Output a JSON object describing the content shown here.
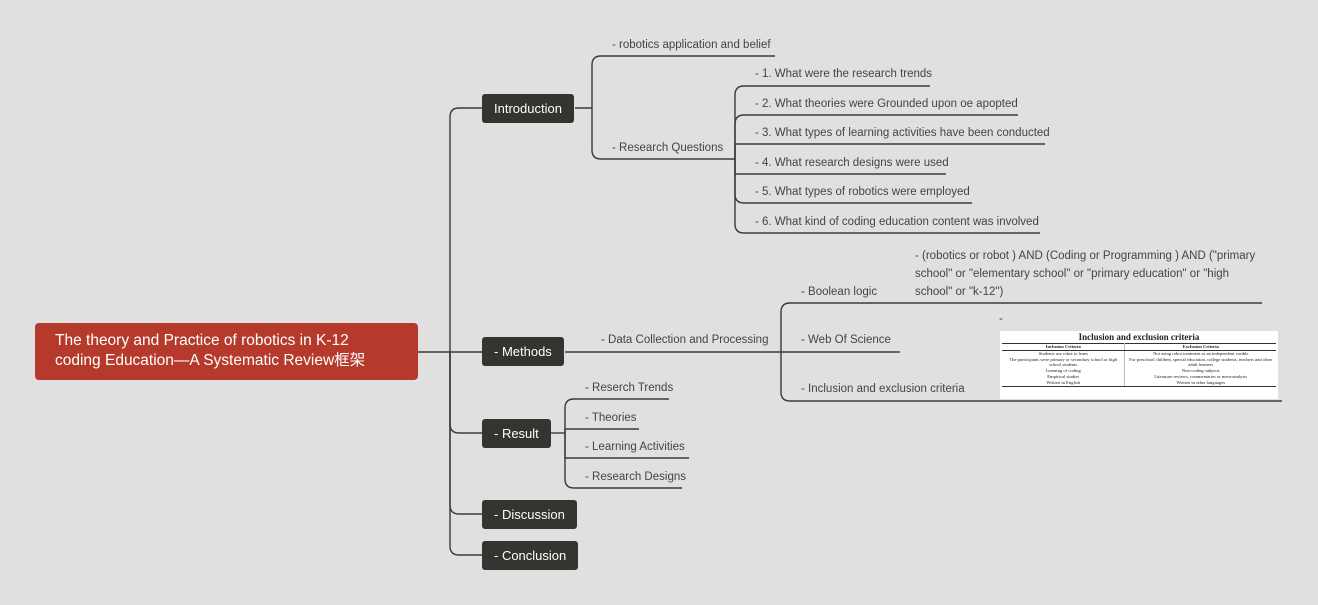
{
  "root": {
    "title": "The theory and Practice of robotics in K-12 coding Education—A Systematic Review框架"
  },
  "topics": {
    "introduction": "Introduction",
    "methods": "- Methods",
    "result": "- Result",
    "discussion": "- Discussion",
    "conclusion": "- Conclusion"
  },
  "introduction": {
    "belief": "- robotics application and belief",
    "rq_label": "- Research Questions",
    "questions": [
      "- 1. What were the research trends",
      "- 2. What theories were Grounded upon oe apopted",
      "- 3. What types of learning activities have been conducted",
      "- 4. What research designs were used",
      "- 5. What types of robotics were employed",
      "- 6. What kind of coding education content was involved"
    ]
  },
  "methods": {
    "data_collection": "- Data Collection and Processing",
    "boolean_logic": "- Boolean logic",
    "boolean_query": "- (robotics or robot )  AND (Coding  or Programming ) AND (\"primary school\" or \"elementary school\" or \"primary education\" or \"high school\" or \"k-12\")",
    "web_of_science": "- Web Of Science",
    "dash": "-",
    "criteria_label": "- Inclusion and exclusion criteria"
  },
  "criteria_table": {
    "title": "Inclusion and exclusion criteria",
    "headers": [
      "Inclusion Criteria",
      "Exclusion Criteria"
    ],
    "rows": [
      [
        "Students use robot to learn",
        "Not using robot treatment as an independent varible"
      ],
      [
        "The participants were primary or secondary school or high school students",
        "For preschool children, special education, college students, teachers and other adult learners"
      ],
      [
        "Learning of coding",
        "Non-coding subjects"
      ],
      [
        "Empirical studies",
        "Literature reviews, commentaries or meta-analysis"
      ],
      [
        "Written in English",
        "Written in other languages"
      ]
    ]
  },
  "result": {
    "items": [
      "- Reserch Trends",
      "- Theories",
      "- Learning Activities",
      "- Research Designs"
    ]
  },
  "colors": {
    "root": "#b63a2b",
    "topic": "#333530",
    "background": "#e0e0e0",
    "line": "#3a3a3a"
  }
}
